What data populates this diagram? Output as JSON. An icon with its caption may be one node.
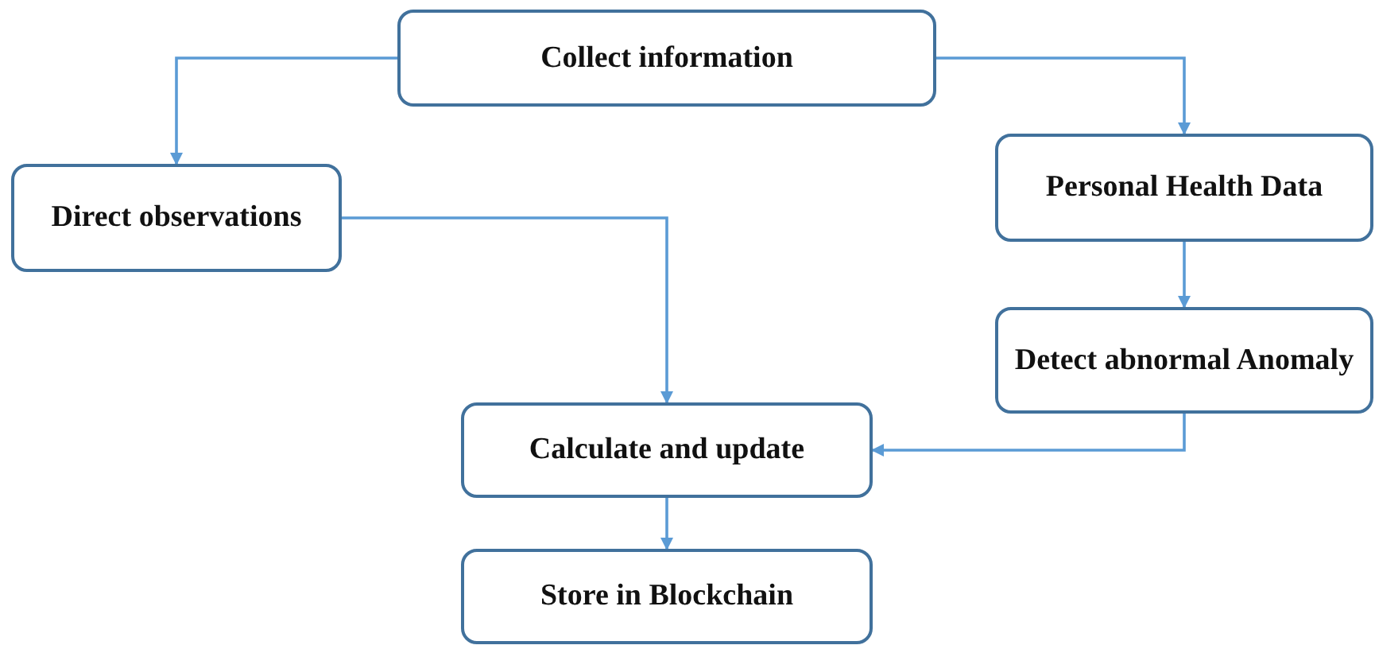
{
  "diagram": {
    "nodes": [
      {
        "text": [
          "Collect information"
        ]
      },
      {
        "text": [
          "Direct observations"
        ]
      },
      {
        "text": [
          "Personal Health Data"
        ]
      },
      {
        "text": [
          "Detect abnormal Anomaly"
        ]
      },
      {
        "text": [
          "Calculate and update"
        ]
      },
      {
        "text": [
          "Store in Blockchain"
        ]
      }
    ],
    "edges": [
      {
        "from": 0,
        "to": 1,
        "arrow": "to"
      },
      {
        "from": 0,
        "to": 2,
        "arrow": "to"
      },
      {
        "from": 2,
        "to": 3,
        "arrow": "to"
      },
      {
        "from": 1,
        "to": 4,
        "arrow": "to"
      },
      {
        "from": 3,
        "to": 4,
        "arrow": "to"
      },
      {
        "from": 4,
        "to": 5,
        "arrow": "to"
      }
    ]
  }
}
